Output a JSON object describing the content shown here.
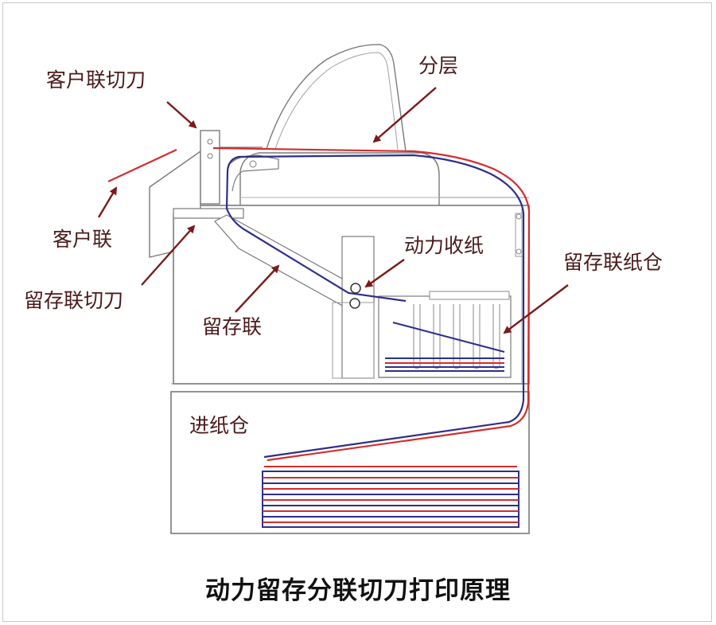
{
  "title": "动力留存分联切刀打印原理",
  "labels": {
    "customer_cutter": "客户联切刀",
    "layering": "分层",
    "customer_copy": "客户联",
    "retained_cutter": "留存联切刀",
    "retained_copy": "留存联",
    "power_collect": "动力收纸",
    "retained_bin": "留存联纸仓",
    "feed_bin": "进纸仓"
  },
  "colors": {
    "red_path": "#d42d2d",
    "blue_path": "#2d2f8a",
    "arrow": "#7a1a1a",
    "outline": "#7a7a7a",
    "label_text": "#4a1a1a"
  }
}
